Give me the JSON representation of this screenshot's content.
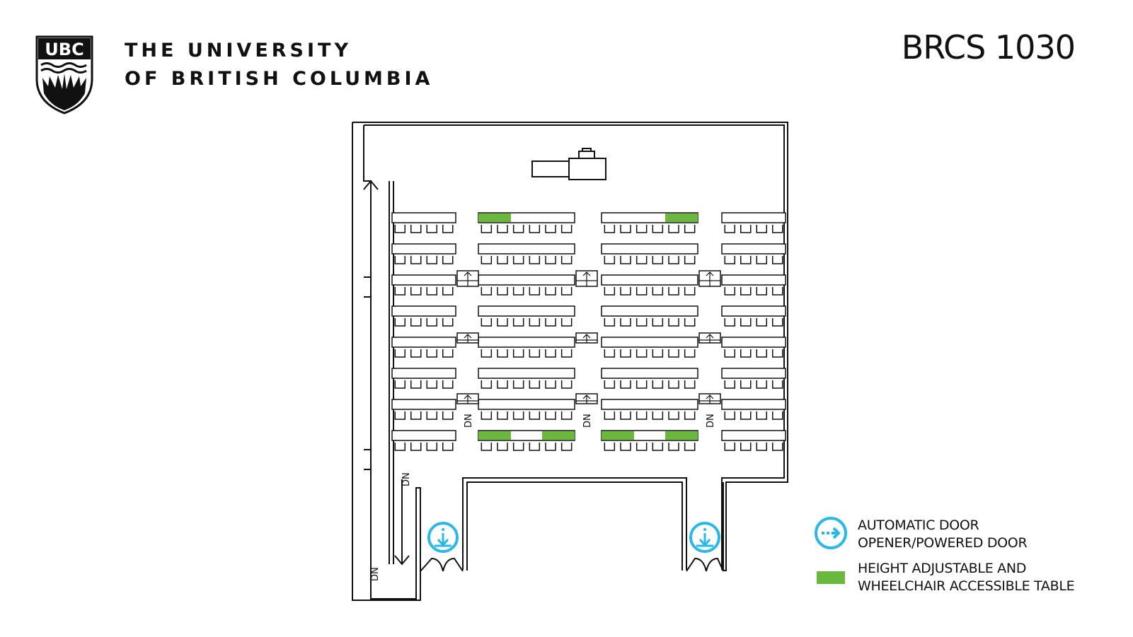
{
  "header": {
    "logo_text": "UBC",
    "university_line1": "THE UNIVERSITY",
    "university_line2": "OF BRITISH COLUMBIA",
    "room_title": "BRCS 1030"
  },
  "floorplan": {
    "stair_label": "DN"
  },
  "legend": {
    "automatic_door_line1": "AUTOMATIC DOOR",
    "automatic_door_line2": "OPENER/POWERED DOOR",
    "accessible_table_line1": "HEIGHT ADJUSTABLE AND",
    "accessible_table_line2": "WHEELCHAIR ACCESSIBLE TABLE"
  },
  "colors": {
    "accessible_green": "#6bb83e",
    "door_blue": "#29b8e8",
    "line": "#111111"
  },
  "icons": [
    "ubc-shield-icon",
    "automatic-door-icon",
    "stair-arrow-icon"
  ]
}
